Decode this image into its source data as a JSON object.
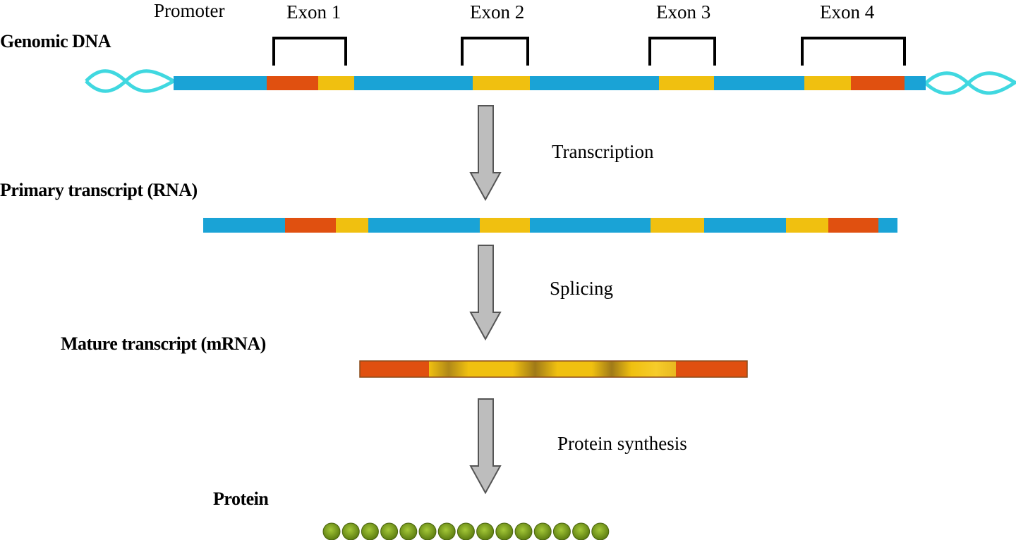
{
  "colors": {
    "intron": "#1aa3d6",
    "exon_red": "#e05010",
    "exon_yellow": "#f0c010",
    "dna_end": "#40d8e0",
    "arrow_fill": "#bdbdbd",
    "protein": "#7aa020"
  },
  "labels": {
    "promoter": "Promoter",
    "genomic_dna": "Genomic DNA",
    "primary_transcript": "Primary transcript (RNA)",
    "mature_transcript": "Mature transcript  (mRNA)",
    "protein": "Protein"
  },
  "exons": [
    {
      "label": "Exon 1"
    },
    {
      "label": "Exon 2"
    },
    {
      "label": "Exon 3"
    },
    {
      "label": "Exon 4"
    }
  ],
  "steps": [
    {
      "label": "Transcription",
      "icon": "down-arrow-icon"
    },
    {
      "label": "Splicing",
      "icon": "down-arrow-icon"
    },
    {
      "label": "Protein synthesis",
      "icon": "down-arrow-icon"
    }
  ],
  "protein_chain": {
    "bead_count": 15
  }
}
